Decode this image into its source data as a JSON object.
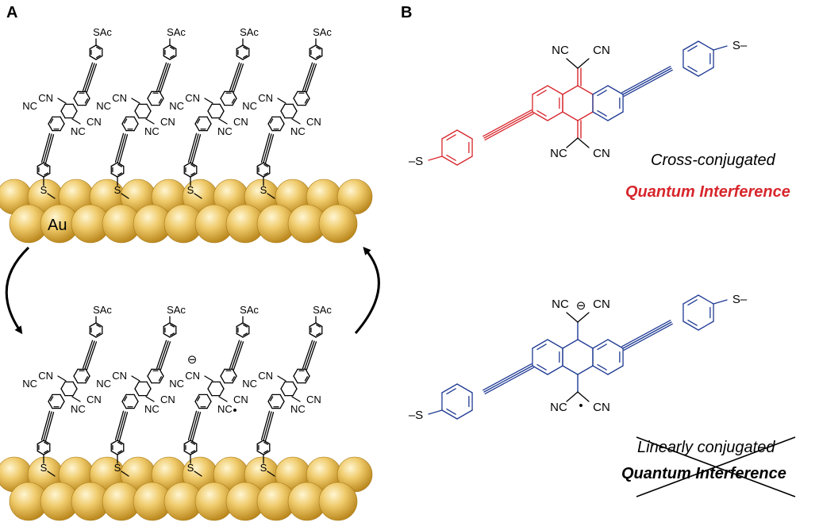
{
  "panels": {
    "a": "A",
    "b": "B"
  },
  "panel_a": {
    "substrate": "Au",
    "thioacetate": "SAc",
    "sulfur": "S",
    "nitrile": "CN",
    "nitrile_left": "NC",
    "anion_symbol": "⊖",
    "radical_symbol": "•"
  },
  "panel_b": {
    "nitrile": "CN",
    "nitrile_left": "NC",
    "sulfur_right": "S–",
    "sulfur_left": "–S",
    "top_label": "Cross-conjugated",
    "top_effect": "Quantum Interference",
    "bottom_label": "Linearly conjugated",
    "bottom_effect": "Quantum Interference",
    "anion_symbol": "⊖",
    "radical_symbol": "•"
  },
  "colors": {
    "gold": "#e8c15a",
    "gold_dark": "#b88a1e",
    "highlight_red": "#d7262c",
    "highlight_blue": "#1f3a93",
    "bond": "#000000"
  }
}
